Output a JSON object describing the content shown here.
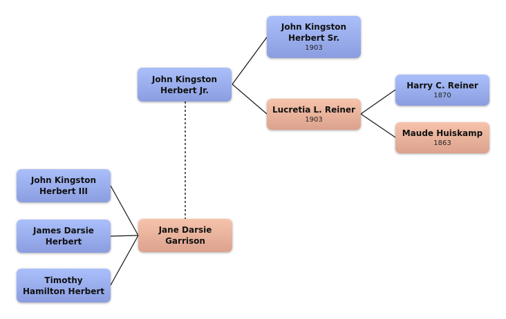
{
  "people": {
    "sr": {
      "name": "John Kingston Herbert Sr.",
      "year": "1903"
    },
    "jr": {
      "name": "John Kingston Herbert Jr."
    },
    "lucretia": {
      "name": "Lucretia L. Reiner",
      "year": "1903"
    },
    "harry": {
      "name": "Harry C. Reiner",
      "year": "1870"
    },
    "maude": {
      "name": "Maude Huiskamp",
      "year": "1863"
    },
    "iii": {
      "name": "John Kingston Herbert III"
    },
    "james": {
      "name": "James Darsie Herbert"
    },
    "timothy": {
      "name": "Timothy Hamilton Herbert"
    },
    "jane": {
      "name": "Jane Darsie Garrison"
    }
  },
  "colors": {
    "male": "#9aaef0",
    "female": "#eab39c"
  }
}
